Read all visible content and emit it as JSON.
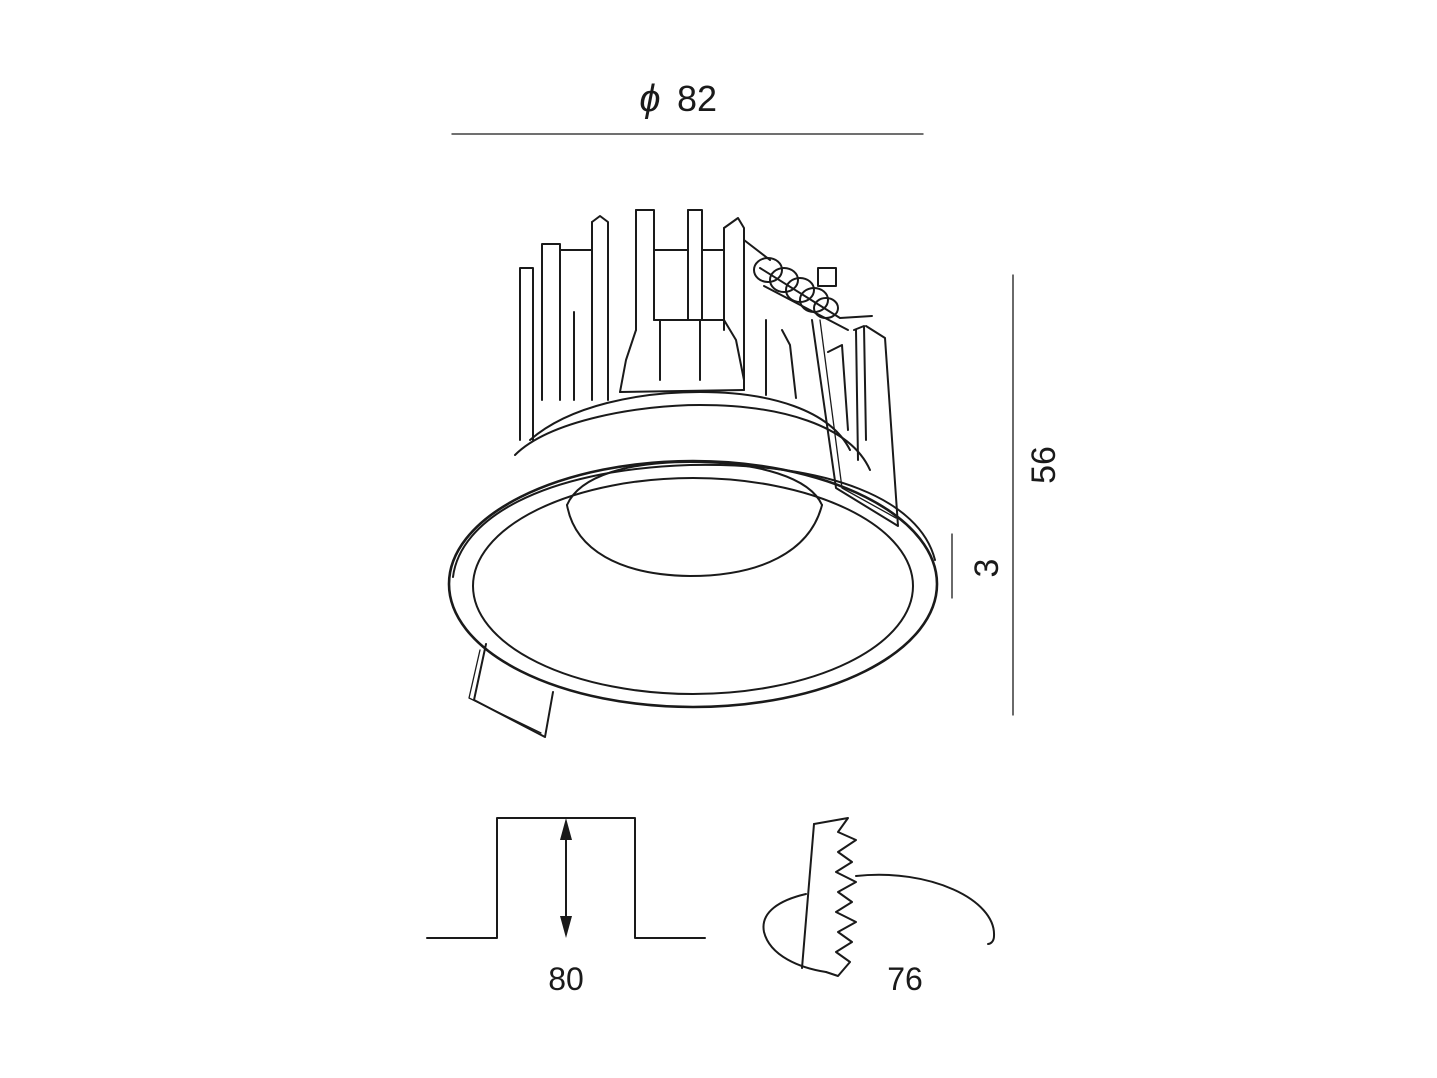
{
  "dimensions": {
    "diameter_symbol": "ϕ",
    "diameter_value": "82",
    "height_total": "56",
    "flange_height": "3",
    "cutout_section": "80",
    "cutout_min": "76"
  },
  "colors": {
    "line": "#1a1a1a",
    "background": "#ffffff"
  }
}
